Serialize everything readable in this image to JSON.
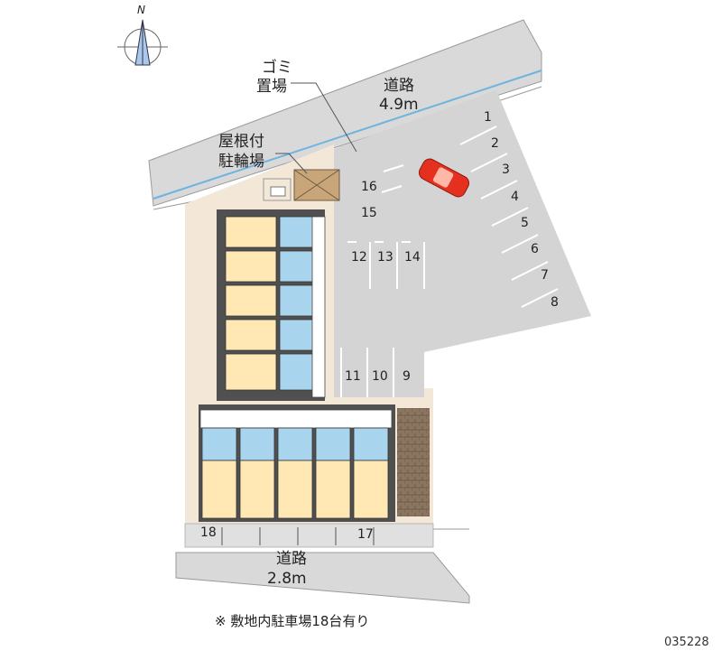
{
  "compass": {
    "north_letter": "N"
  },
  "labels": {
    "road_top_name": "道路",
    "road_top_width": "4.9m",
    "road_bottom_name": "道路",
    "road_bottom_width": "2.8m",
    "garbage_line1": "ゴミ",
    "garbage_line2": "置場",
    "bike_line1": "屋根付",
    "bike_line2": "駐輪場"
  },
  "parking_numbers": [
    "1",
    "2",
    "3",
    "4",
    "5",
    "6",
    "7",
    "8",
    "9",
    "10",
    "11",
    "12",
    "13",
    "14",
    "15",
    "16",
    "17",
    "18"
  ],
  "note": "※ 敷地内駐車場18台有り",
  "code": "035228",
  "colors": {
    "building": "#505050",
    "unit_orange": "#ffe8b4",
    "unit_blue": "#a8d4ee",
    "ground": "#ededed",
    "lot": "#d6d6d6",
    "car": "#e53020"
  }
}
